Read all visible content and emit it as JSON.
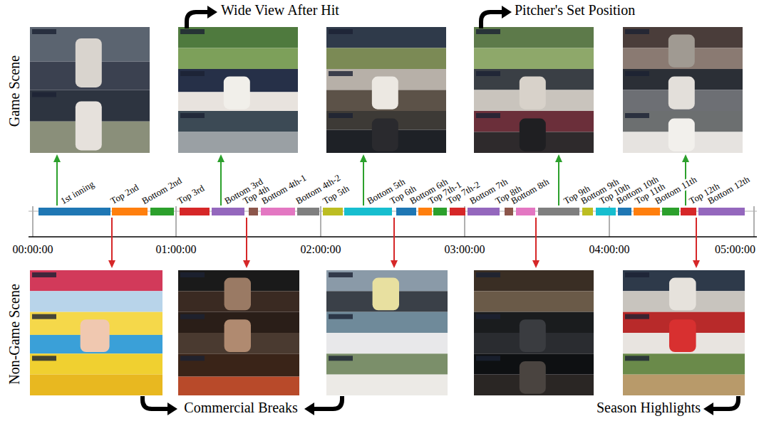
{
  "diagram": {
    "labels": [
      "Game Scene",
      "Wide View After Hit",
      "Pitcher's Set Position",
      "1st inning",
      "Top 2nd",
      "Bottom 2nd",
      "Top 3rd",
      "Bottom 3rd",
      "Top 4th",
      "Bottom 4th-1",
      "Bottom 4th-2",
      "Top 5th",
      "Bottom 5th",
      "Top 6th",
      "Bottom 6th",
      "Top 7th-1",
      "Top 7th-2",
      "Bottom 7th",
      "Top 8th",
      "Bottom 8th",
      "Top 9th",
      "Bottom 9th",
      "Top 10th",
      "Bottom 10th",
      "Top 11th",
      "Bottom 11th",
      "Top 12th",
      "Bottom 12th",
      "00:00:00",
      "01:00:00",
      "02:00:00",
      "03:00:00",
      "04:00:00",
      "05:00:00",
      "Non-Game Scene",
      "Commercial Breaks",
      "Season Highlights"
    ]
  }
}
